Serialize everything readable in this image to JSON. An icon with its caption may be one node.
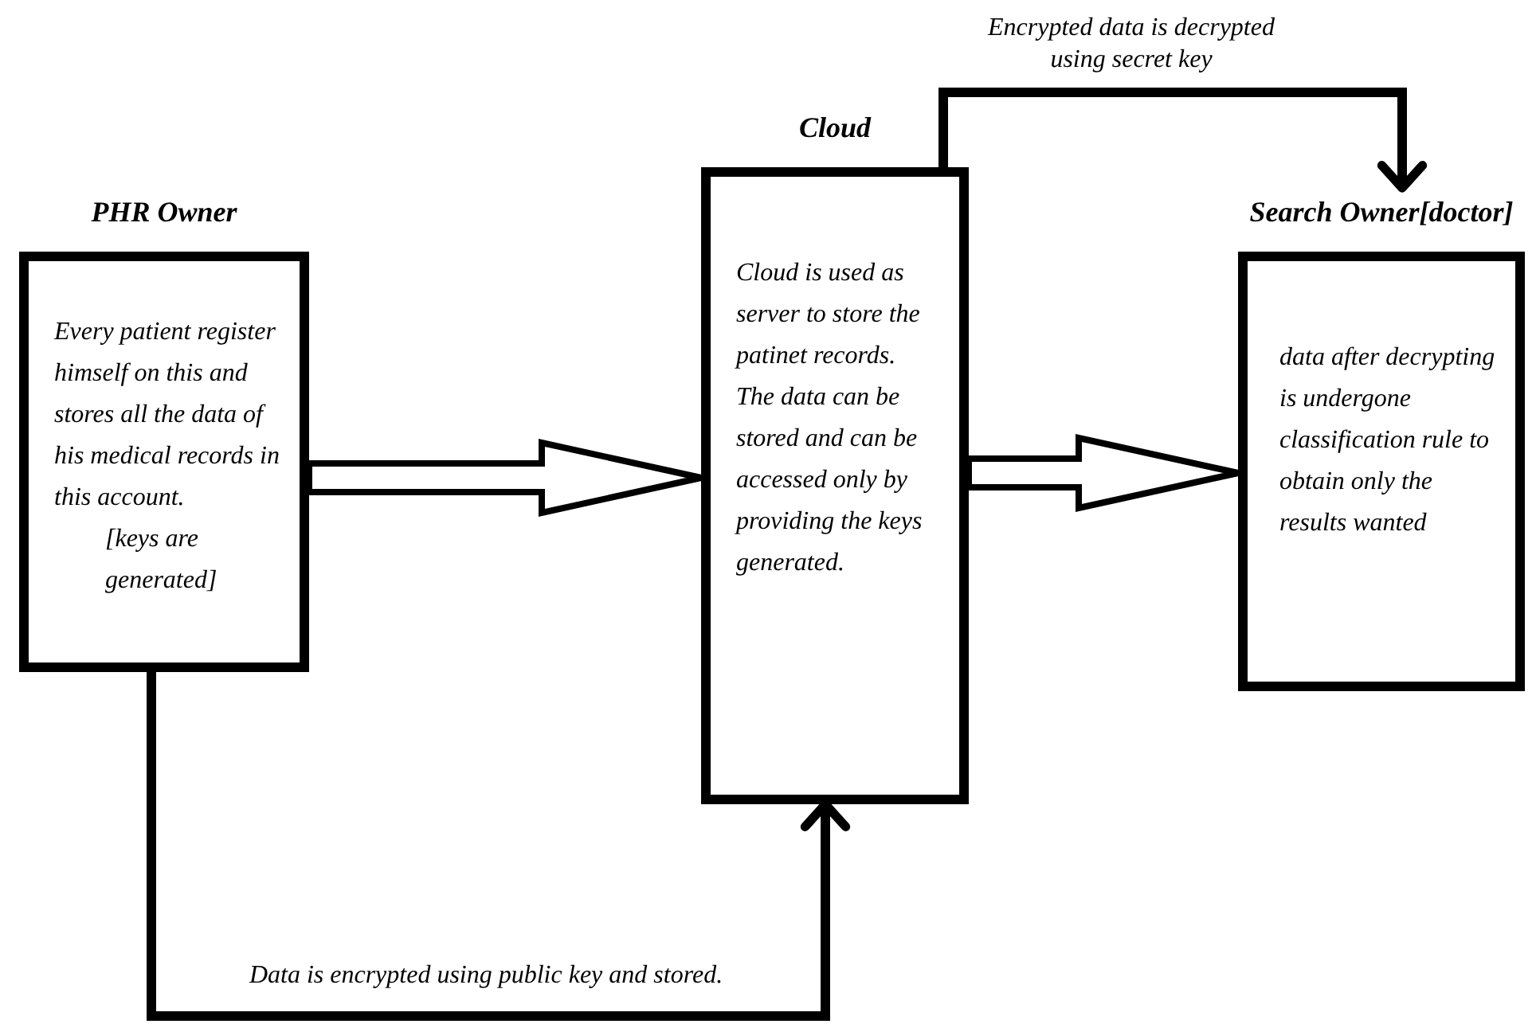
{
  "diagram": {
    "nodes": [
      {
        "text": [
          "PHR Owner",
          "Every patient register himself on this and stores all the data of his medical records in this account.",
          "[keys are generated]"
        ]
      },
      {
        "text": [
          "Cloud",
          "Cloud is used as server to store the patinet records.",
          "The data can be stored and can be accessed only by providing the keys generated."
        ]
      },
      {
        "text": [
          "Search Owner[doctor]",
          "data after decrypting is undergone classification rule to obtain only the results wanted"
        ]
      }
    ],
    "edges": [
      {
        "from": 0,
        "to": 1,
        "arrow": "to"
      },
      {
        "from": 1,
        "to": 2,
        "arrow": "to"
      },
      {
        "from": 1,
        "to": 2,
        "arrow": "to",
        "label": "Encrypted data is decrypted using secret key"
      },
      {
        "from": 0,
        "to": 1,
        "arrow": "to",
        "label": "Data is encrypted using public key and stored."
      }
    ]
  }
}
